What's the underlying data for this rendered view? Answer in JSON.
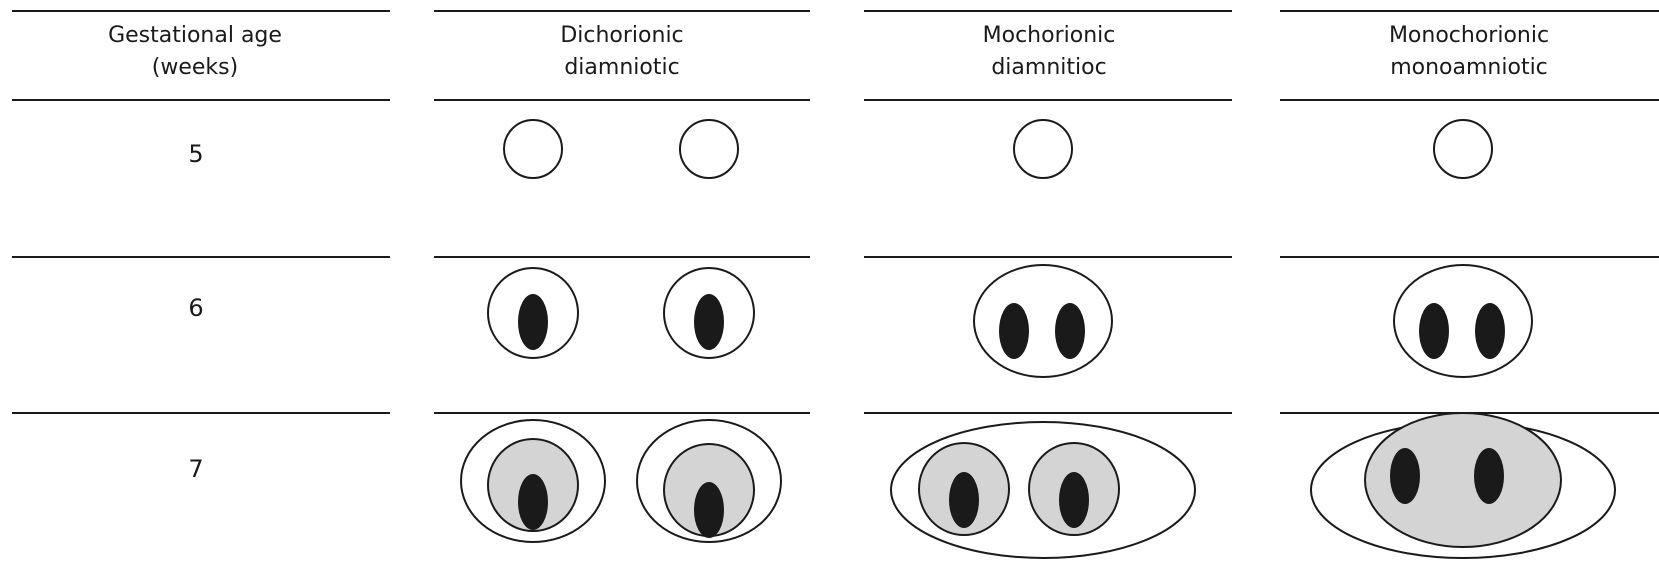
{
  "columns": [
    {
      "id": "age",
      "title": "Gestational age\n(weeks)"
    },
    {
      "id": "dcda",
      "title": "Dichorionic\ndiamniotic"
    },
    {
      "id": "mcda",
      "title": "Mochorionic\ndiamnitioc"
    },
    {
      "id": "mcma",
      "title": "Monochorionic\nmonoamniotic"
    }
  ],
  "rows": [
    {
      "week": "5"
    },
    {
      "week": "6"
    },
    {
      "week": "7"
    }
  ],
  "colors": {
    "line": "#1a1a1a",
    "embryo": "#1a1a1a",
    "amnion_fill": "#d4d4d4",
    "background": "#ffffff"
  }
}
